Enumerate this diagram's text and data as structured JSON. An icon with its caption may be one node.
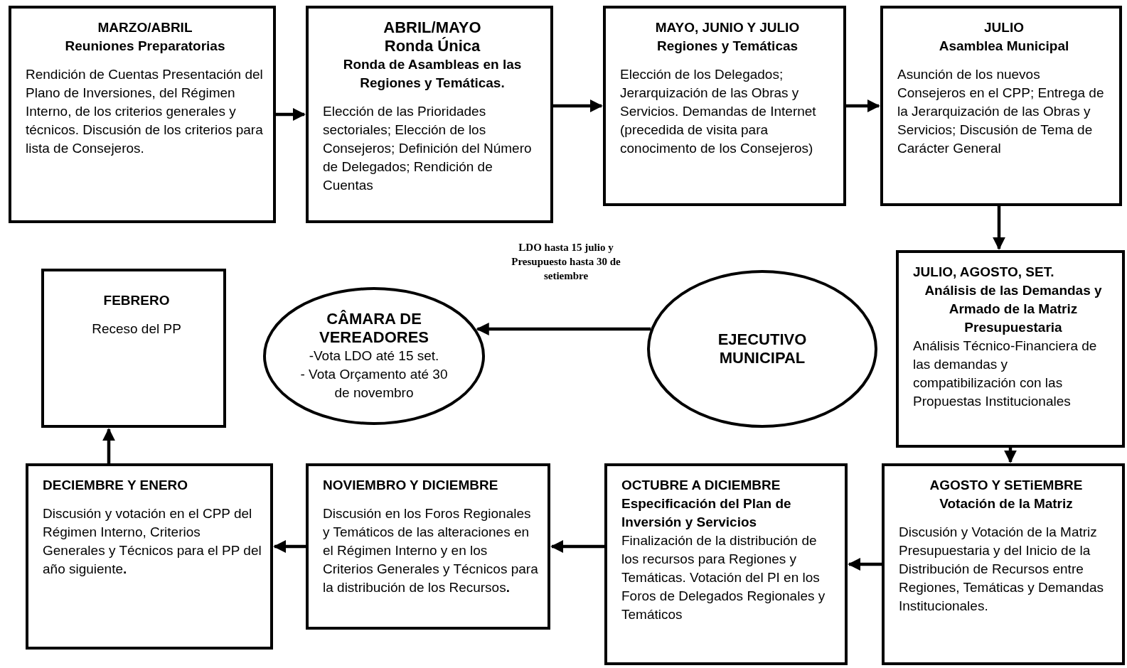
{
  "diagram": {
    "nodes": [
      {
        "text": [
          "MARZO/ABRIL",
          "Reuniones Preparatorias",
          "Rendición de Cuentas Presentación del Plano de Inversiones, del Régimen Interno, de los criterios generales y técnicos. Discusión de los criterios para lista de Consejeros."
        ]
      },
      {
        "text": [
          "ABRIL/MAYO",
          "Ronda Única",
          "Ronda de Asambleas en las Regiones y Temáticas.",
          "Elección de las Prioridades sectoriales; Elección de los Consejeros; Definición del Número de Delegados; Rendición de Cuentas"
        ]
      },
      {
        "text": [
          "MAYO, JUNIO Y JULIO",
          "Regiones y Temáticas",
          "Elección de los Delegados; Jerarquización de las Obras y Servicios. Demandas de Internet (precedida de visita para conocimento de los Consejeros)"
        ]
      },
      {
        "text": [
          "JULIO",
          "Asamblea Municipal",
          "Asunción de los nuevos Consejeros en el CPP; Entrega de la Jerarquización de las Obras y Servicios; Discusión de Tema de Carácter General"
        ]
      },
      {
        "text": [
          "JULIO, AGOSTO, SET.",
          "Análisis de las Demandas y Armado de la Matriz Presupuestaria",
          "Análisis Técnico-Financiera de las demandas y compatibilización con las Propuestas Institucionales"
        ]
      },
      {
        "text": [
          "AGOSTO Y SETiEMBRE",
          "Votación de la Matriz",
          "Discusión y Votación de la Matriz Presupuestaria y del Inicio de la Distribución de Recursos entre Regiones, Temáticas y Demandas Institucionales."
        ]
      },
      {
        "text": [
          "OCTUBRE A DICIEMBRE",
          "Especificación del Plan de Inversión y Servicios",
          "Finalización de la distribución de los recursos para Regiones y Temáticas. Votación del PI en los Foros de Delegados Regionales y Temáticos"
        ]
      },
      {
        "text": [
          "NOVIEMBRO Y DICIEMBRE",
          "Discusión en los Foros Regionales y Temáticos de las alteraciones en el Régimen Interno y en los Criterios Generales y Técnicos para la distribución de los Recursos**.**"
        ]
      },
      {
        "text": [
          "DECIEMBRE Y ENERO",
          "Discusión y votación en el CPP del Régimen Interno, Criterios Generales y Técnicos para el PP del año siguiente**.**"
        ]
      },
      {
        "text": [
          "FEBRERO",
          "Receso del PP"
        ]
      },
      {
        "text": [
          "EJECUTIVO MUNICIPAL"
        ]
      },
      {
        "text": [
          "CÂMARA DE VEREADORES",
          "-Vota LDO até 15 set.",
          "- Vota Orçamento até 30 de novembro"
        ]
      }
    ],
    "edges": [
      {
        "from": 0,
        "to": 1,
        "arrow": "to"
      },
      {
        "from": 1,
        "to": 2,
        "arrow": "to"
      },
      {
        "from": 2,
        "to": 3,
        "arrow": "to"
      },
      {
        "from": 3,
        "to": 4,
        "arrow": "to"
      },
      {
        "from": 4,
        "to": 5,
        "arrow": "to"
      },
      {
        "from": 5,
        "to": 6,
        "arrow": "to"
      },
      {
        "from": 6,
        "to": 7,
        "arrow": "to"
      },
      {
        "from": 7,
        "to": 8,
        "arrow": "to"
      },
      {
        "from": 8,
        "to": 9,
        "arrow": "to"
      },
      {
        "from": 10,
        "to": 11,
        "label": "LDO hasta 15 julio y Presupuesto hasta 30 de setiembre",
        "arrow": "to"
      }
    ]
  }
}
